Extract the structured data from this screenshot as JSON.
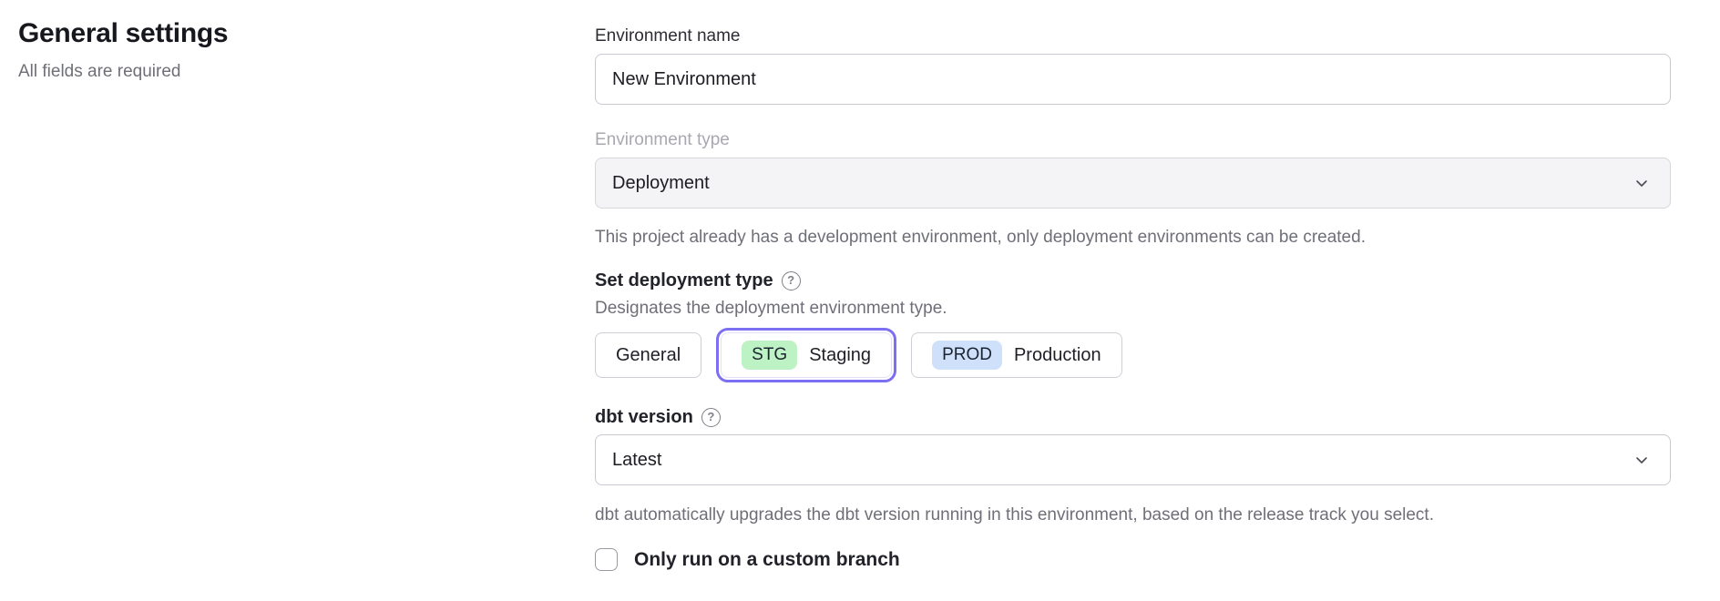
{
  "page": {
    "title": "General settings",
    "subtitle": "All fields are required"
  },
  "form": {
    "environment_name": {
      "label": "Environment name",
      "value": "New Environment"
    },
    "environment_type": {
      "label": "Environment type",
      "value": "Deployment",
      "disabled": true,
      "helper": "This project already has a development environment, only deployment environments can be created."
    },
    "deployment_type": {
      "label": "Set deployment type",
      "helper": "Designates the deployment environment type.",
      "options": [
        {
          "label": "General",
          "badge": "",
          "badge_color": "",
          "selected": false
        },
        {
          "label": "Staging",
          "badge": "STG",
          "badge_color": "#bdf2c4",
          "selected": true
        },
        {
          "label": "Production",
          "badge": "PROD",
          "badge_color": "#cfe1fa",
          "selected": false
        }
      ],
      "selected_color": "#7d6ff2"
    },
    "dbt_version": {
      "label": "dbt version",
      "value": "Latest",
      "helper": "dbt automatically upgrades the dbt version running in this environment, based on the release track you select."
    },
    "custom_branch": {
      "label": "Only run on a custom branch",
      "checked": false
    }
  },
  "icons": {
    "help": "?",
    "chevron_down": "chevron-down"
  }
}
